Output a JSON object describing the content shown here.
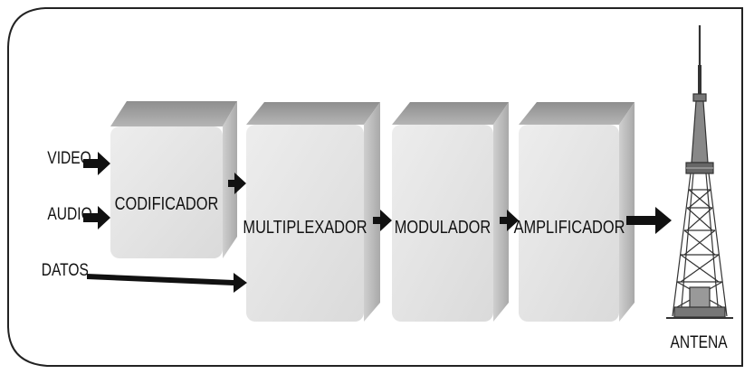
{
  "inputs": {
    "video": "VIDEO",
    "audio": "AUDIO",
    "datos": "DATOS"
  },
  "blocks": {
    "codificador": "CODIFICADOR",
    "multiplexador": "MULTIPLEXADOR",
    "modulador": "MODULADOR",
    "amplificador": "AMPLIFICADOR"
  },
  "antenna": {
    "label": "ANTENA",
    "icon": "broadcast-tower-icon"
  },
  "colors": {
    "block_front": "#e6e6e6",
    "block_top": "#9c9c9c",
    "block_side": "#bdbdbd",
    "arrow": "#111111",
    "frame": "#222222"
  }
}
